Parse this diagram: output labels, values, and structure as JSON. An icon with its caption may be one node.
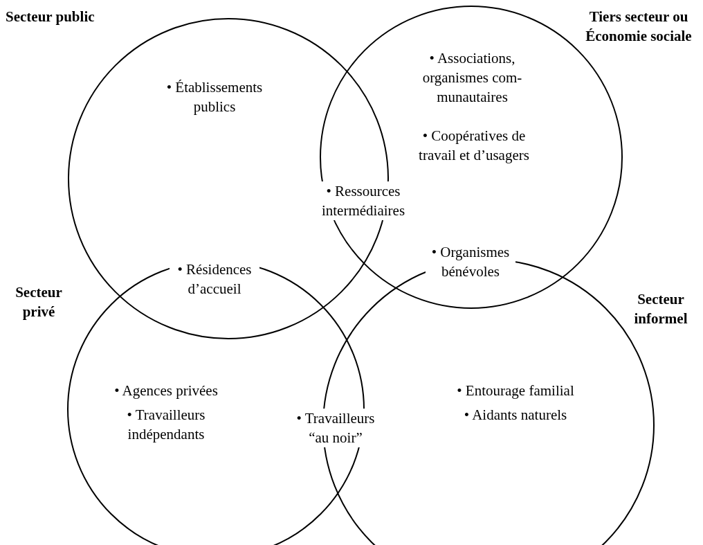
{
  "diagram": {
    "nodes": [
      {
        "text": [
          "Secteur public",
          "• Établissements publics"
        ]
      },
      {
        "text": [
          "Tiers secteur ou Économie sociale",
          "• Associations, organismes com- munautaires",
          "• Coopératives de travail et d’usagers"
        ]
      },
      {
        "text": [
          "Secteur privé",
          "• Agences privées",
          "• Travailleurs indépendants"
        ]
      },
      {
        "text": [
          "Secteur informel",
          "• Entourage familial",
          "• Aidants naturels"
        ]
      }
    ],
    "labels": [
      "• Ressources intermédiaires",
      "• Résidences d’accueil",
      "• Organismes bénévoles",
      "• Travailleurs “au noir”"
    ]
  }
}
